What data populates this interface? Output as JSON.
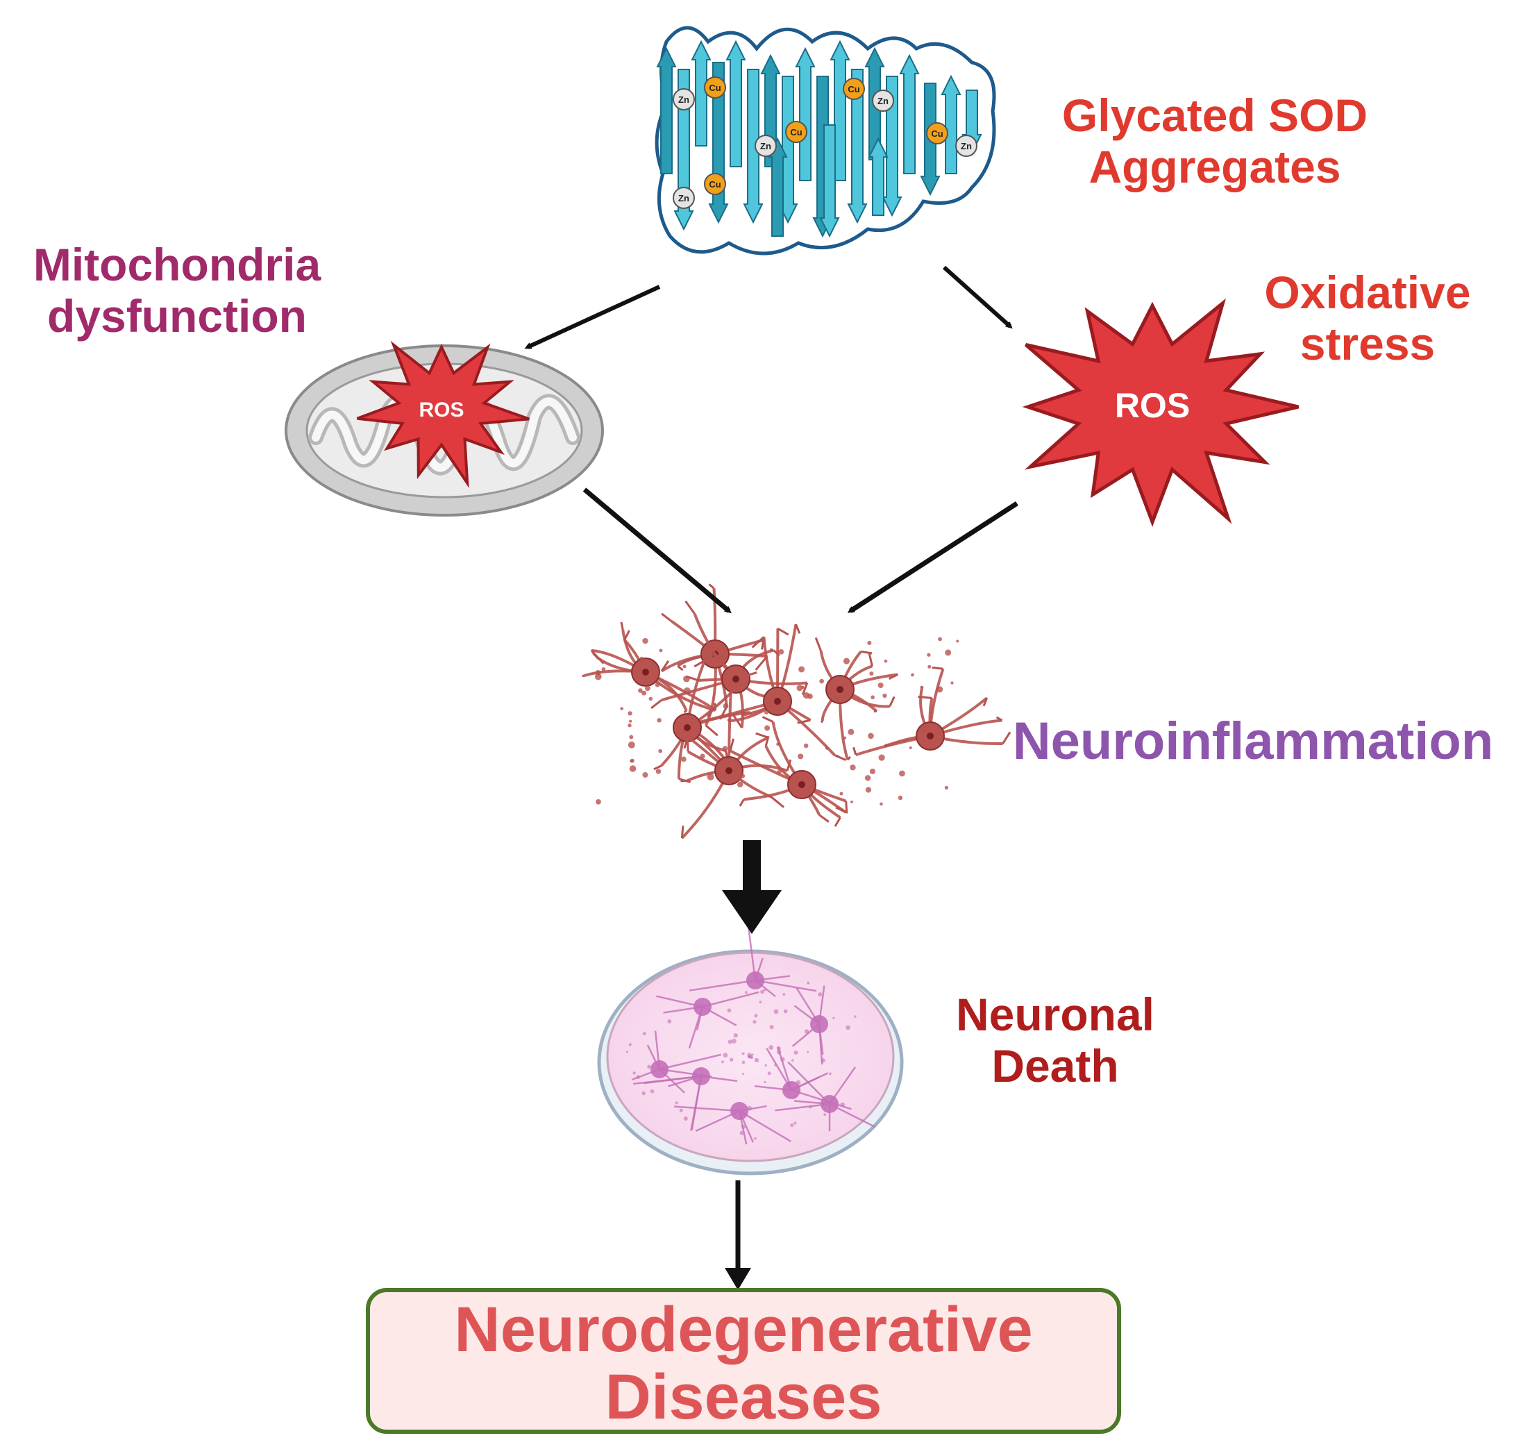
{
  "colors": {
    "sod_text": "#e03a2e",
    "mito_text": "#a02a6a",
    "oxidative_text": "#e03a2e",
    "neuroinflammation_text": "#8e55ad",
    "neuronal_death_text": "#b01d1d",
    "disease_text": "#de5557",
    "protein_strand": "#4fc6dc",
    "ros_star": "#e03a3e",
    "neuron_cells": "#b8534f",
    "dish_neurons": "#c46fb8"
  },
  "labels": {
    "sod_line1": "Glycated SOD",
    "sod_line2": "Aggregates",
    "mito_line1": "Mitochondria",
    "mito_line2": "dysfunction",
    "ox_line1": "Oxidative",
    "ox_line2": "stress",
    "neuroinflammation": "Neuroinflammation",
    "death_line1": "Neuronal",
    "death_line2": "Death",
    "disease_line1": "Neurodegenerative",
    "disease_line2": "Diseases",
    "ros_mito": "ROS",
    "ros_main": "ROS",
    "zn": "Zn",
    "cu": "Cu"
  },
  "icons": [
    "sod-protein-aggregate-icon",
    "mitochondrion-icon",
    "ros-burst-icon",
    "neuron-cluster-icon",
    "petri-dish-icon",
    "flow-arrow"
  ]
}
